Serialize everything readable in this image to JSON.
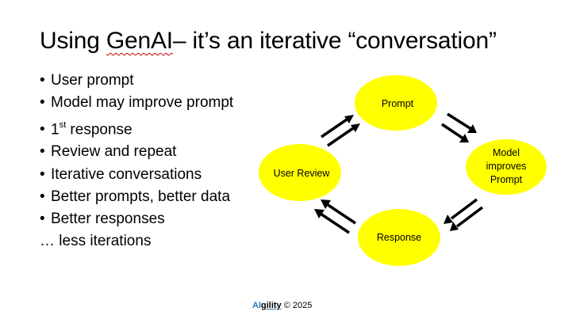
{
  "slide": {
    "title_part1": "Using ",
    "title_genai": "GenAI",
    "title_part2": "– it’s an iterative “conversation”"
  },
  "bullets": [
    {
      "bullet": "•",
      "text": "User prompt"
    },
    {
      "bullet": "•",
      "text": "Model may improve prompt"
    },
    {
      "bullet": "•",
      "text_pre": "1",
      "sup": "st",
      "text_post": " response"
    },
    {
      "bullet": "•",
      "text": "Review and repeat"
    },
    {
      "bullet": "•",
      "text": "Iterative conversations"
    },
    {
      "bullet": "•",
      "text": "Better prompts, better data"
    },
    {
      "bullet": "•",
      "text": "Better responses"
    },
    {
      "bullet": "",
      "text": "… less iterations"
    }
  ],
  "diagram": {
    "node_color": "#ffff00",
    "nodes": {
      "prompt": [
        "Prompt"
      ],
      "model": [
        "Model",
        "improves",
        "Prompt"
      ],
      "response": [
        "Response"
      ],
      "review": [
        "User Review"
      ]
    }
  },
  "footer": {
    "brand_ai": "AI",
    "brand_rest": "gility",
    "copyright": "© 2025"
  }
}
